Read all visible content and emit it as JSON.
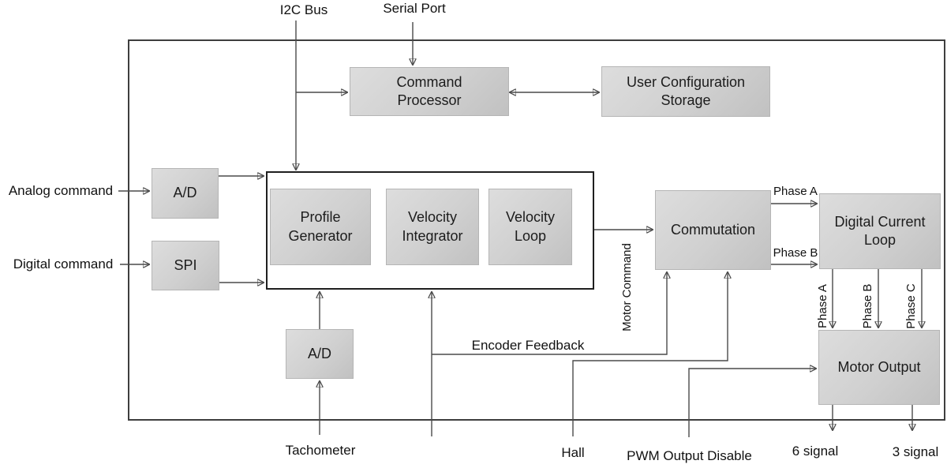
{
  "io_labels": {
    "i2c_bus": "I2C Bus",
    "serial_port": "Serial Port",
    "analog_command": "Analog command",
    "digital_command": "Digital command",
    "tachometer": "Tachometer",
    "hall": "Hall",
    "pwm_output_disable": "PWM Output Disable",
    "six_signal": "6 signal",
    "three_signal": "3 signal"
  },
  "blocks": {
    "command_processor": [
      "Command",
      "Processor"
    ],
    "user_configuration_storage": [
      "User Configuration",
      "Storage"
    ],
    "adc_analog": [
      "A/D"
    ],
    "spi": [
      "SPI"
    ],
    "profile_generator": [
      "Profile",
      "Generator"
    ],
    "velocity_integrator": [
      "Velocity",
      "Integrator"
    ],
    "velocity_loop": [
      "Velocity",
      "Loop"
    ],
    "commutation": [
      "Commutation"
    ],
    "digital_current_loop": [
      "Digital Current",
      "Loop"
    ],
    "motor_output": [
      "Motor Output"
    ],
    "adc_tachometer": [
      "A/D"
    ]
  },
  "signal_labels": {
    "encoder_feedback": "Encoder Feedback",
    "motor_command": "Motor Command",
    "commutation_phase_a": "Phase A",
    "commutation_phase_b": "Phase B",
    "output_phase_a": "Phase A",
    "output_phase_b": "Phase B",
    "output_phase_c": "Phase C"
  },
  "colors": {
    "block_fill_light": "#dddddd",
    "block_fill_dark": "#c1c1c1",
    "wire": "#4a4a4a",
    "outer_frame": "#3e3e3e",
    "inner_frame": "#1f1f1f",
    "text": "#111111",
    "background": "#ffffff"
  }
}
